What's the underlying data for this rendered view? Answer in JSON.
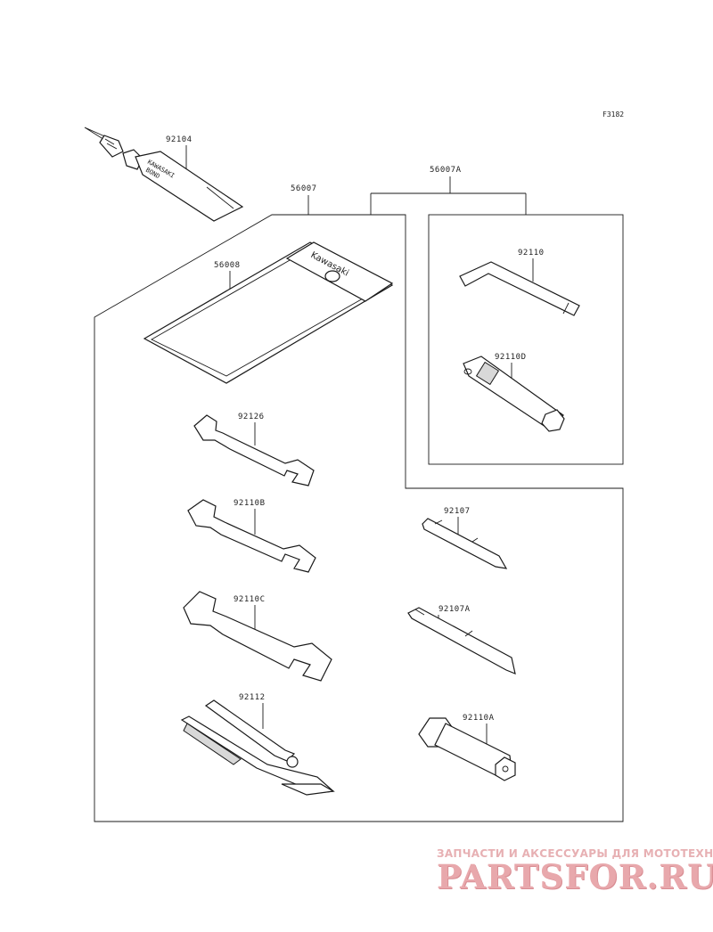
{
  "figure_code": "F3182",
  "parts": {
    "p92104": "92104",
    "p56007": "56007",
    "p56007A": "56007A",
    "p56008": "56008",
    "p92110": "92110",
    "p92110D": "92110D",
    "p92126": "92126",
    "p92110B": "92110B",
    "p92110C": "92110C",
    "p92112": "92112",
    "p92107": "92107",
    "p92107A": "92107A",
    "p92110A": "92110A"
  },
  "tube_text": {
    "brand": "KAWASAKI",
    "product": "BOND"
  },
  "pouch_text": "Kawasaki",
  "watermark": {
    "tagline": "ЗАПЧАСТИ И АКСЕССУАРЫ ДЛЯ МОТОТЕХНИКИ",
    "brand": "PARTSFOR.RU",
    "color": "#e8a8ac"
  }
}
